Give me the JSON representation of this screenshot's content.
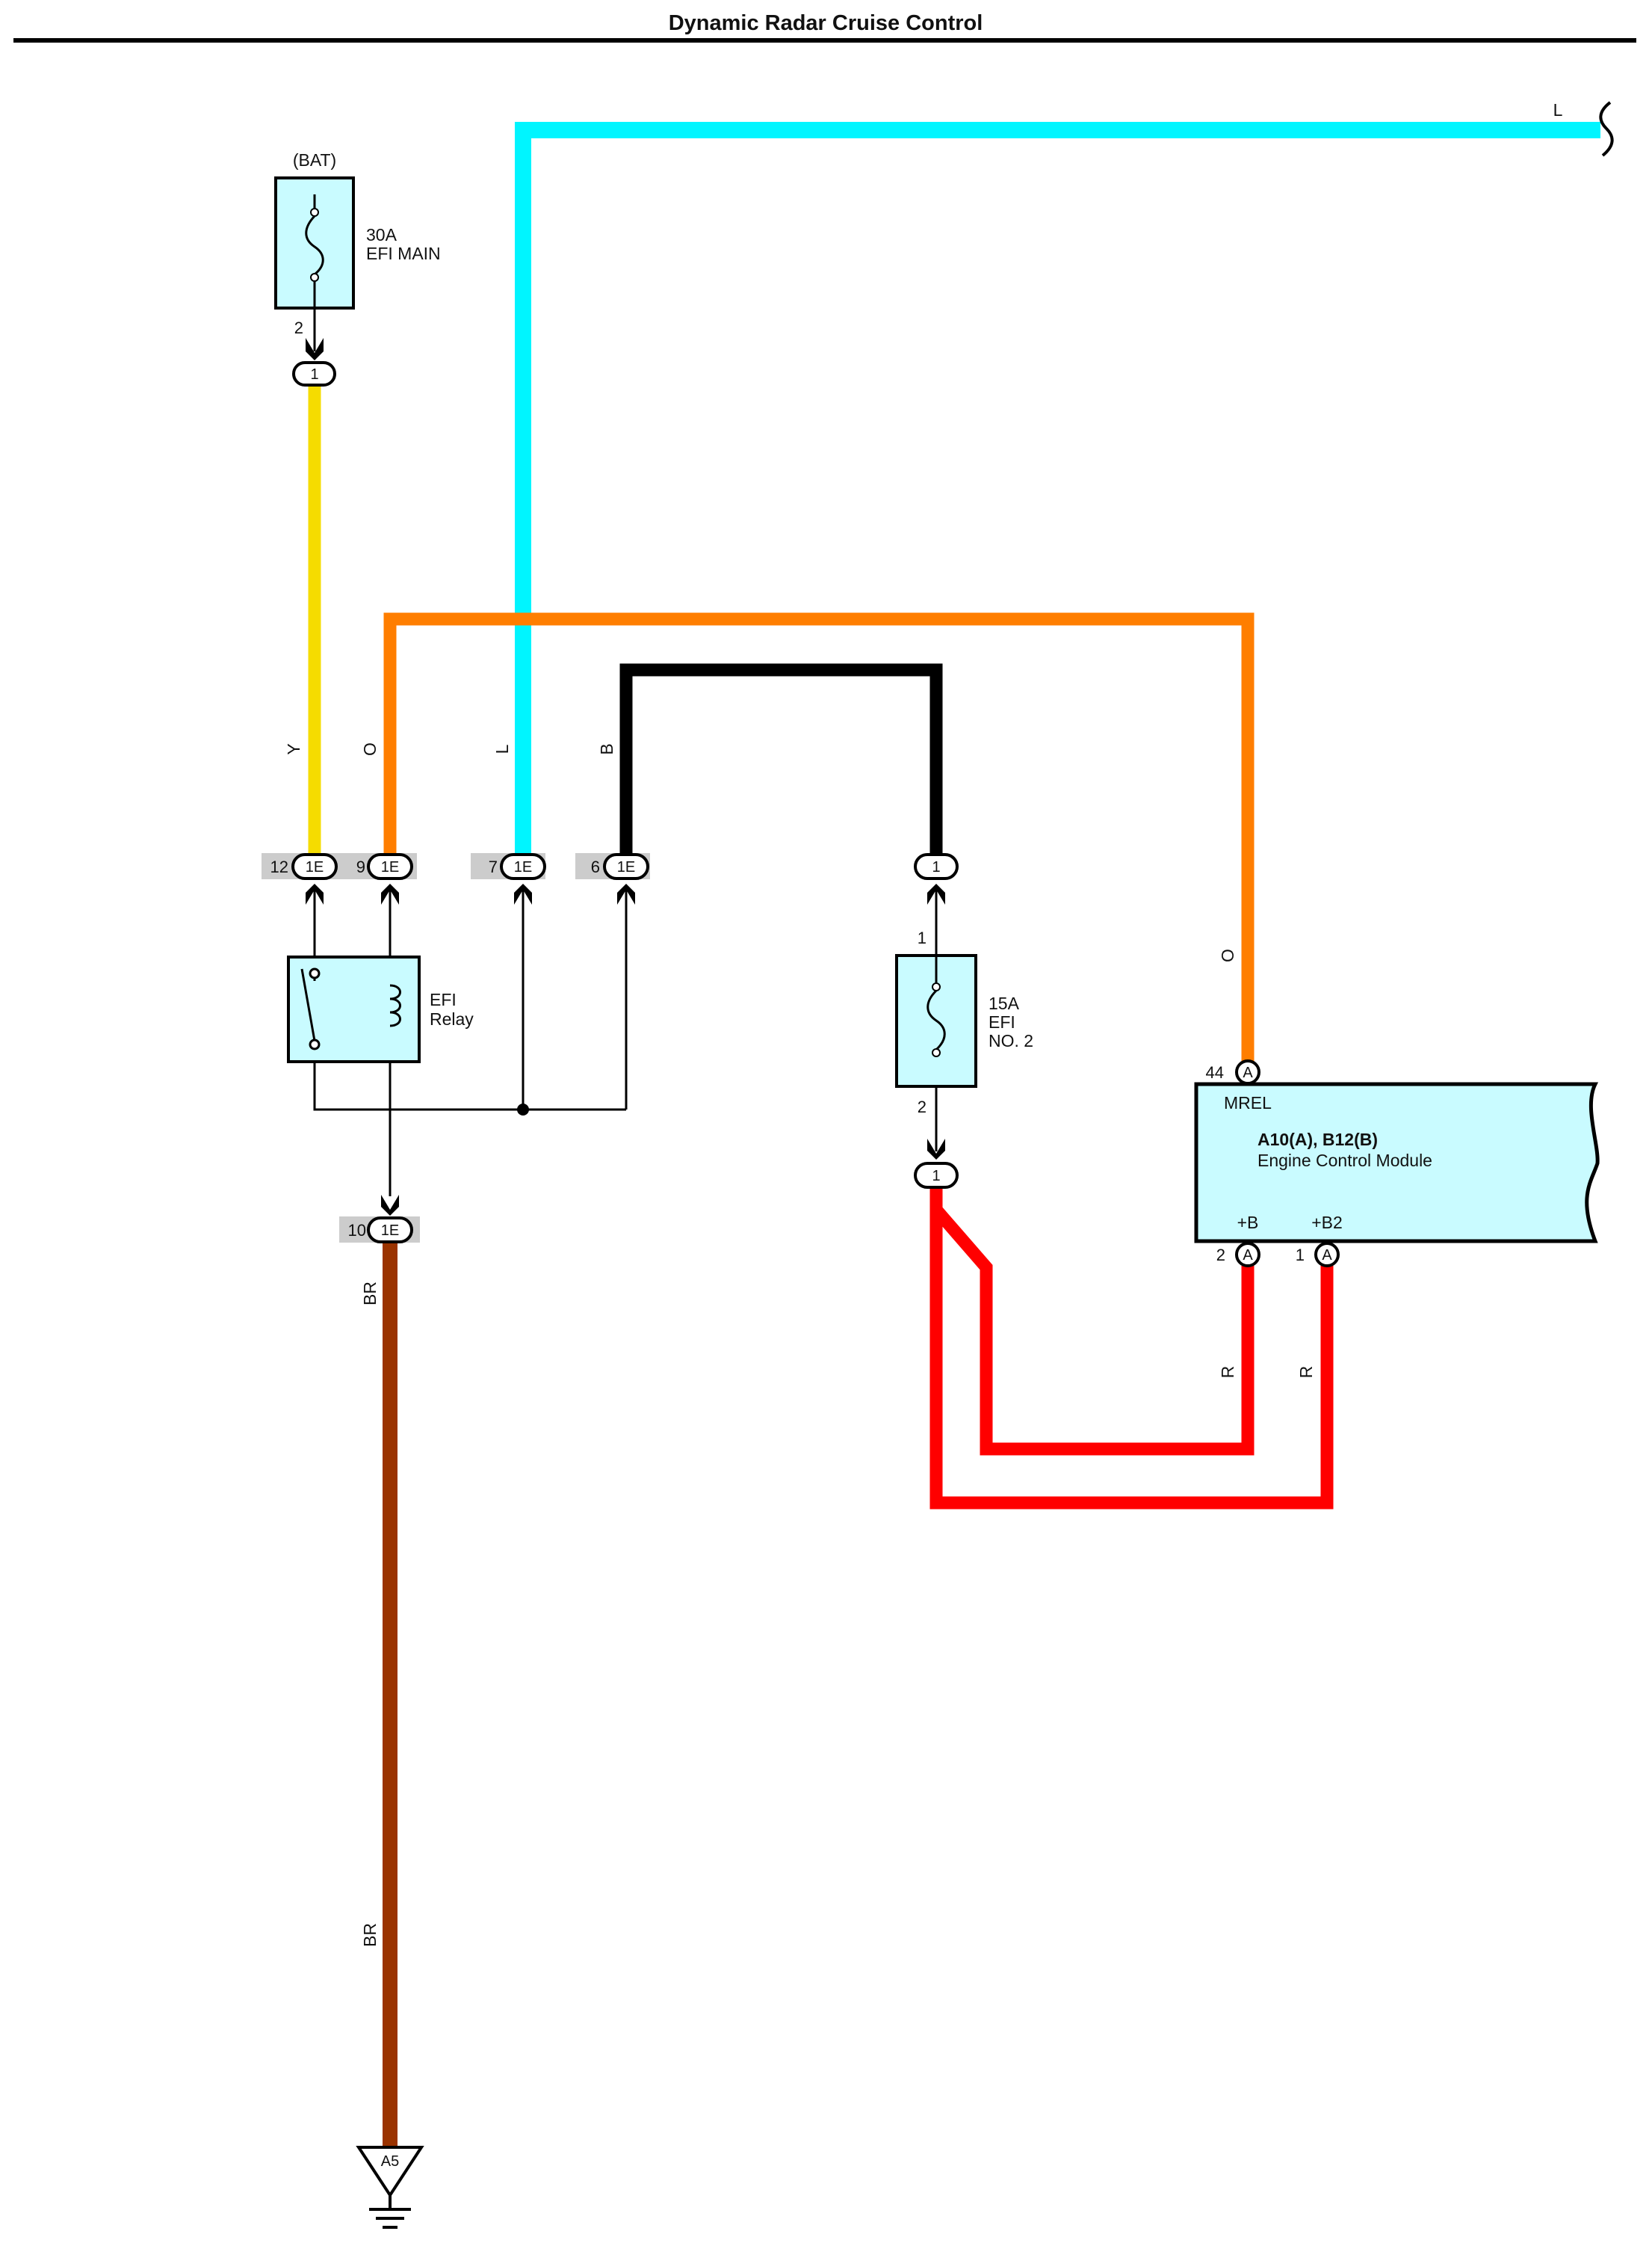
{
  "title": "Dynamic Radar Cruise Control",
  "colors": {
    "Y": "#f5dc00",
    "O": "#ff7e00",
    "L": "#00f5ff",
    "B": "#000000",
    "BR": "#9a3300",
    "R": "#ff0000",
    "component_fill": "#c9fbff",
    "connector_bg": "#cccccc"
  },
  "fuse_main": {
    "header": "(BAT)",
    "rating": "30A",
    "name": "EFI MAIN",
    "pin_out": "2",
    "connector": "1"
  },
  "wires": {
    "y": "Y",
    "o_left": "O",
    "l": "L",
    "b": "B",
    "o_right": "O",
    "br_upper": "BR",
    "br_lower": "BR",
    "r_left": "R",
    "r_right": "R",
    "l_top": "L"
  },
  "junction_1e": {
    "name": "1E",
    "top_pins": [
      "12",
      "9",
      "7",
      "6"
    ],
    "bottom_pin": "10"
  },
  "relay": {
    "name_line1": "EFI",
    "name_line2": "Relay",
    "icon": "relay-switch-coil-icon"
  },
  "fuse_efi2": {
    "rating": "15A",
    "name_line1": "EFI",
    "name_line2": "NO. 2",
    "pin_top": "1",
    "pin_bottom": "2",
    "connector_top": "1",
    "connector_bottom": "1"
  },
  "ecm": {
    "codes": "A10(A), B12(B)",
    "name": "Engine Control Module",
    "terminals": [
      {
        "pin": "44",
        "conn": "A",
        "label": "MREL"
      },
      {
        "pin": "2",
        "conn": "A",
        "label": "+B"
      },
      {
        "pin": "1",
        "conn": "A",
        "label": "+B2"
      }
    ]
  },
  "ground": {
    "label": "A5",
    "icon": "ground-icon"
  }
}
